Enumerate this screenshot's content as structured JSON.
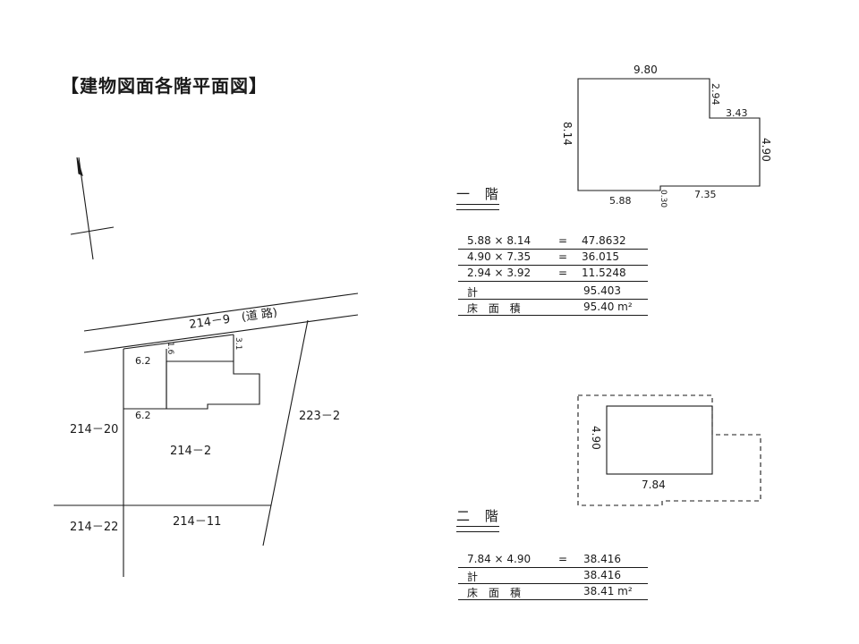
{
  "title": "【建物図面各階平面図】",
  "site": {
    "road": "214－9　(道 路)",
    "lot_main": "214－2",
    "lot_east": "223－2",
    "lot_west": "214－20",
    "lot_south": "214－11",
    "lot_southwest": "214－22",
    "dim_w_top": "6.2",
    "dim_w_bottom": "6.2",
    "dim_n1": "1.6",
    "dim_n2": "3.1"
  },
  "floor1": {
    "label": "一 階",
    "dims": {
      "top": "9.80",
      "left": "8.14",
      "step_v": "2.94",
      "step_h": "3.43",
      "right": "4.90",
      "bottom_left": "5.88",
      "bottom_step": "0.30",
      "bottom_right": "7.35"
    },
    "calc": [
      {
        "expr": "5.88 × 8.14",
        "eq": "=",
        "result": "47.8632"
      },
      {
        "expr": "4.90 × 7.35",
        "eq": "=",
        "result": "36.015"
      },
      {
        "expr": "2.94 × 3.92",
        "eq": "=",
        "result": "11.5248"
      },
      {
        "expr": "計",
        "eq": "",
        "result": "95.403"
      },
      {
        "expr": "床 面 積",
        "eq": "",
        "result": "95.40 m²"
      }
    ]
  },
  "floor2": {
    "label": "二 階",
    "dims": {
      "left": "4.90",
      "bottom": "7.84"
    },
    "calc": [
      {
        "expr": "7.84 × 4.90",
        "eq": "=",
        "result": "38.416"
      },
      {
        "expr": "計",
        "eq": "",
        "result": "38.416"
      },
      {
        "expr": "床　面　積",
        "eq": "",
        "result": "38.41 m²"
      }
    ]
  }
}
